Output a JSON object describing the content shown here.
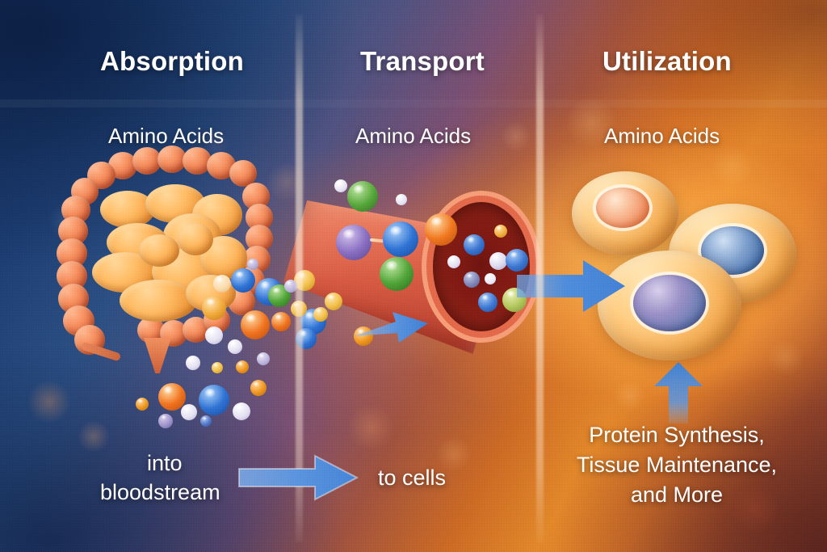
{
  "figure": {
    "kind": "medical-infographic",
    "overall_title_absent": true
  },
  "panels": [
    {
      "id": "absorption",
      "title": "Absorption",
      "subtitle": "Amino Acids",
      "caption_lines": [
        "into",
        "bloodstream"
      ],
      "illustration": "intestines-with-amino-acid-spheres"
    },
    {
      "id": "transport",
      "title": "Transport",
      "subtitle": "Amino Acids",
      "caption_lines": [
        "to cells"
      ],
      "illustration": "blood-vessel-cross-section-with-amino-acid-spheres"
    },
    {
      "id": "utilization",
      "title": "Utilization",
      "subtitle": "Amino Acids",
      "caption_lines": [
        "Protein Synthesis,",
        "Tissue Maintenance,",
        "and More"
      ],
      "illustration": "three-body-cells-with-nuclei"
    }
  ],
  "arrows": [
    {
      "id": "arrow-absorption-to-transport",
      "direction": "right",
      "label": ""
    },
    {
      "id": "arrow-into-vessel",
      "direction": "right",
      "label": ""
    },
    {
      "id": "arrow-transport-to-utilization",
      "direction": "right",
      "label": ""
    },
    {
      "id": "arrow-utilization-uses",
      "direction": "up",
      "label": ""
    }
  ],
  "colors": {
    "background_top_left": "#16305f",
    "background_mid": "#7a4f72",
    "background_right_glow": "#ffc460",
    "background_bottom_right": "#6d3329",
    "arrow_blue": "#4a86d8",
    "arrow_blue_light": "#7fb0ea",
    "text": "#ffffff",
    "divider": "#ffecd6",
    "molecule_blue": "#1f62c8",
    "molecule_orange": "#f0761f",
    "molecule_green": "#4f9e35",
    "molecule_white": "#e6e3f2",
    "molecule_purple": "#8a79c0",
    "molecule_yellow": "#f5c049",
    "intestine_orange": "#ffbb63",
    "colon_salmon": "#f58e5e",
    "vessel_red": "#d75b43",
    "vessel_lumen": "#8c2118",
    "cell_body": "#ffcf86",
    "nucleus_blue": "#5f86bd",
    "nucleus_orange": "#f2a070",
    "nucleus_purple": "#8f86c4"
  }
}
